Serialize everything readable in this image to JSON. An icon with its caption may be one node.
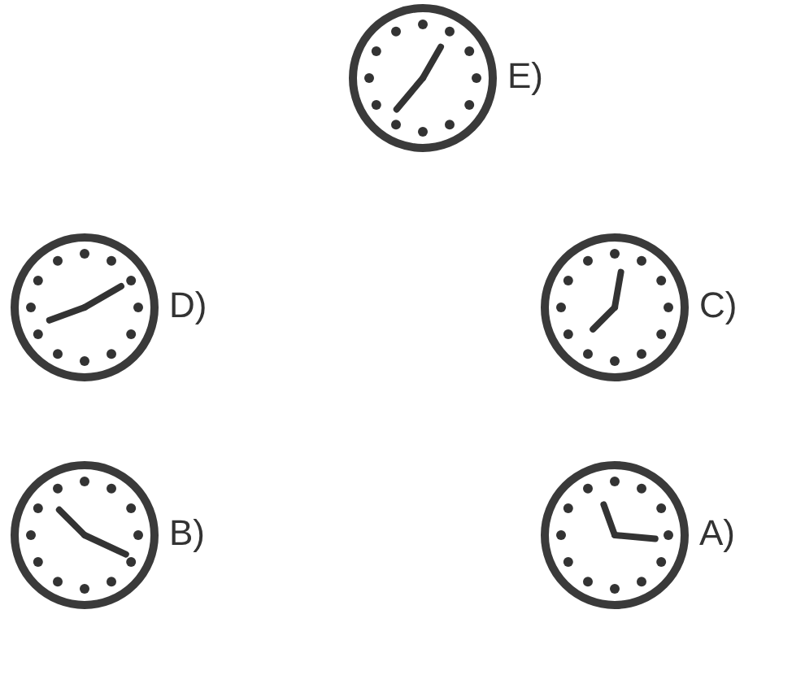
{
  "diagram": {
    "nodes": [
      {
        "text": [],
        "shape": "picture",
        "beside": [
          "E)"
        ]
      },
      {
        "text": [],
        "shape": "picture",
        "beside": [
          "D)"
        ]
      },
      {
        "text": [],
        "shape": "picture",
        "beside": [
          "C)"
        ]
      },
      {
        "text": [],
        "shape": "picture",
        "beside": [
          "B)"
        ]
      },
      {
        "text": [],
        "shape": "picture",
        "beside": [
          "A)"
        ]
      }
    ]
  }
}
